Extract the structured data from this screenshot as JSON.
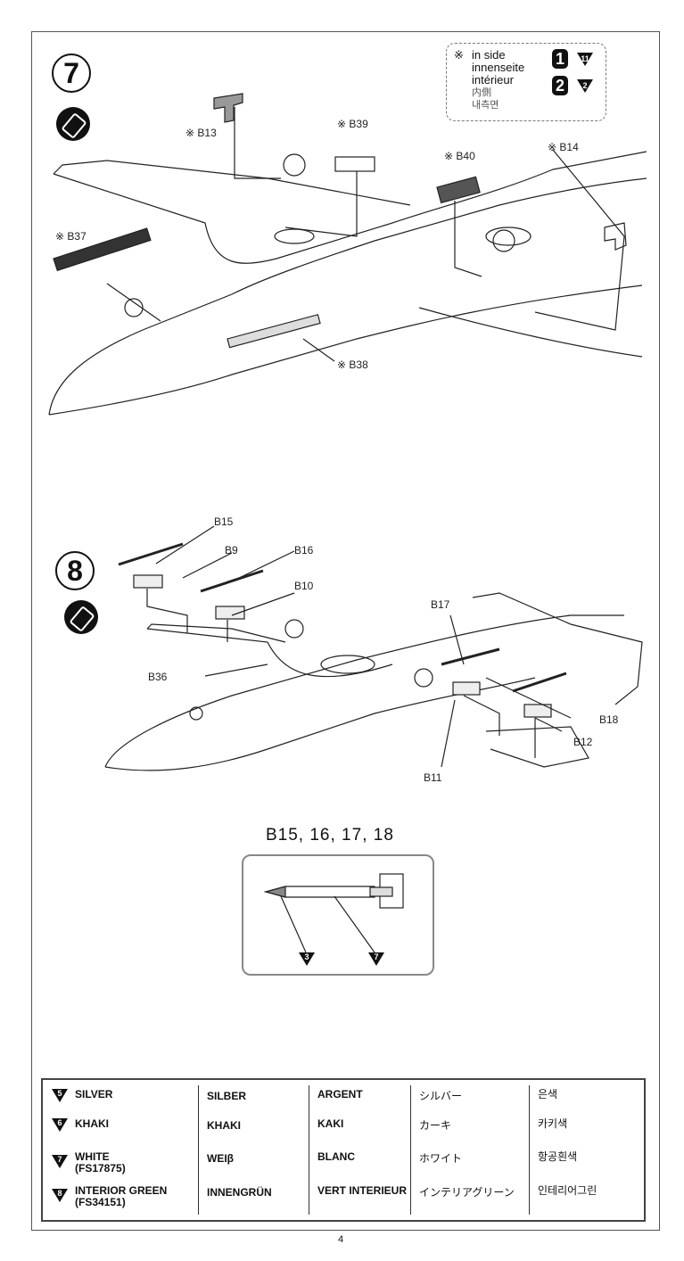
{
  "step7": {
    "number": "7",
    "parts": [
      "※ B13",
      "※ B39",
      "※ B40",
      "※ B14",
      "※ B37",
      "※ B38"
    ]
  },
  "legend": {
    "mark": "※",
    "lines": [
      "in side",
      "innenseite",
      "intérieur",
      "内側",
      "내측면"
    ],
    "icons": [
      "1",
      "11",
      "2",
      "2"
    ]
  },
  "step8": {
    "number": "8",
    "parts": [
      "B15",
      "B9",
      "B16",
      "B10",
      "B36",
      "B17",
      "B18",
      "B12",
      "B11"
    ]
  },
  "inset": {
    "title": "B15, 16, 17, 18",
    "colors": [
      "3",
      "7"
    ]
  },
  "color_table": {
    "rows": [
      {
        "num": "5",
        "en": "SILVER",
        "sub": "",
        "de": "SILBER",
        "fr": "ARGENT",
        "jp": "シルバー",
        "kr": "은색"
      },
      {
        "num": "6",
        "en": "KHAKI",
        "sub": "",
        "de": "KHAKI",
        "fr": "KAKI",
        "jp": "カーキ",
        "kr": "카키색"
      },
      {
        "num": "7",
        "en": "WHITE",
        "sub": "(FS17875)",
        "de": "WEIβ",
        "fr": "BLANC",
        "jp": "ホワイト",
        "kr": "항공흰색"
      },
      {
        "num": "8",
        "en": "INTERIOR GREEN",
        "sub": "(FS34151)",
        "de": "INNENGRÜN",
        "fr": "VERT INTERIEUR",
        "jp": "インテリアグリーン",
        "kr": "인테리어그린"
      }
    ]
  },
  "page_number": "4"
}
